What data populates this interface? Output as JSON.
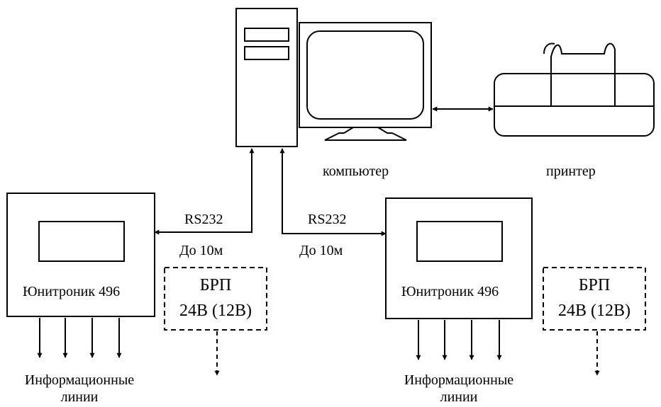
{
  "computer": {
    "label": "компьютер"
  },
  "printer": {
    "label": "принтер"
  },
  "links": [
    {
      "protocol": "RS232",
      "distance": "До 10м"
    },
    {
      "protocol": "RS232",
      "distance": "До 10м"
    }
  ],
  "devices": [
    {
      "name": "Юнитроник 496",
      "lines_label_1": "Информационные",
      "lines_label_2": "линии"
    },
    {
      "name": "Юнитроник 496",
      "lines_label_1": "Информационные",
      "lines_label_2": "линии"
    }
  ],
  "power_units": [
    {
      "title": "БРП",
      "voltage": "24В (12В)"
    },
    {
      "title": "БРП",
      "voltage": "24В (12В)"
    }
  ]
}
